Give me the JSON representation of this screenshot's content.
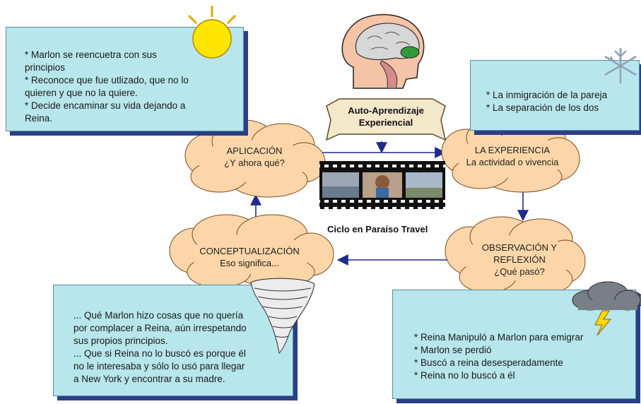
{
  "top_left_note": {
    "lines": [
      "* Marlon se reencuetra con sus",
      "principios",
      "* Reconoce que fue utlizado, que no lo",
      "quieren y que no la quiere.",
      "* Decide encaminar su vida dejando a",
      "Reina."
    ]
  },
  "top_right_note": {
    "lines": [
      "* La inmigración de la pareja",
      "* La separación de los dos"
    ]
  },
  "bottom_left_note": {
    "lines": [
      "... Qué Marlon hizo cosas que no quería",
      "por complacer a Reina, aún irrespetando",
      "sus propios principios.",
      "... Que si Reina no lo buscó es porque él",
      "no le interesaba y sólo lo usó para llegar",
      "a New York y encontrar a su madre."
    ]
  },
  "bottom_right_note": {
    "lines": [
      "* Reina Manipuló a Marlon para emigrar",
      "* Marlon se perdió",
      "* Buscó a reina desesperadamente",
      "* Reina no lo buscó a él"
    ]
  },
  "clouds": {
    "aplicacion": {
      "line1": "APLICACIÓN",
      "line2": "¿Y ahora qué?"
    },
    "experiencia": {
      "line1": "LA EXPERIENCIA",
      "line2": "La actividad o vivencia"
    },
    "observacion": {
      "line1": "OBSERVACIÓN Y",
      "line2": "REFLEXIÓN",
      "line3": "¿Qué pasó?"
    },
    "conceptualizacion": {
      "line1": "CONCEPTUALIZACIÓN",
      "line2": "Eso significa..."
    }
  },
  "banner": {
    "line1": "Auto-Aprendizaje",
    "line2": "Experiencial"
  },
  "caption": "Ciclo en Paraíso Travel",
  "colors": {
    "note_fill": "#b7e6ec",
    "note_shadow": "#2a3f86",
    "cloud_fill": "#fcd6a8",
    "arrow": "#1f2a8a",
    "sun": "#ffe600"
  },
  "icons": [
    "brain-head-icon",
    "sun-icon",
    "snowflake-icon",
    "tornado-icon",
    "storm-cloud-icon",
    "film-strip-icon"
  ]
}
